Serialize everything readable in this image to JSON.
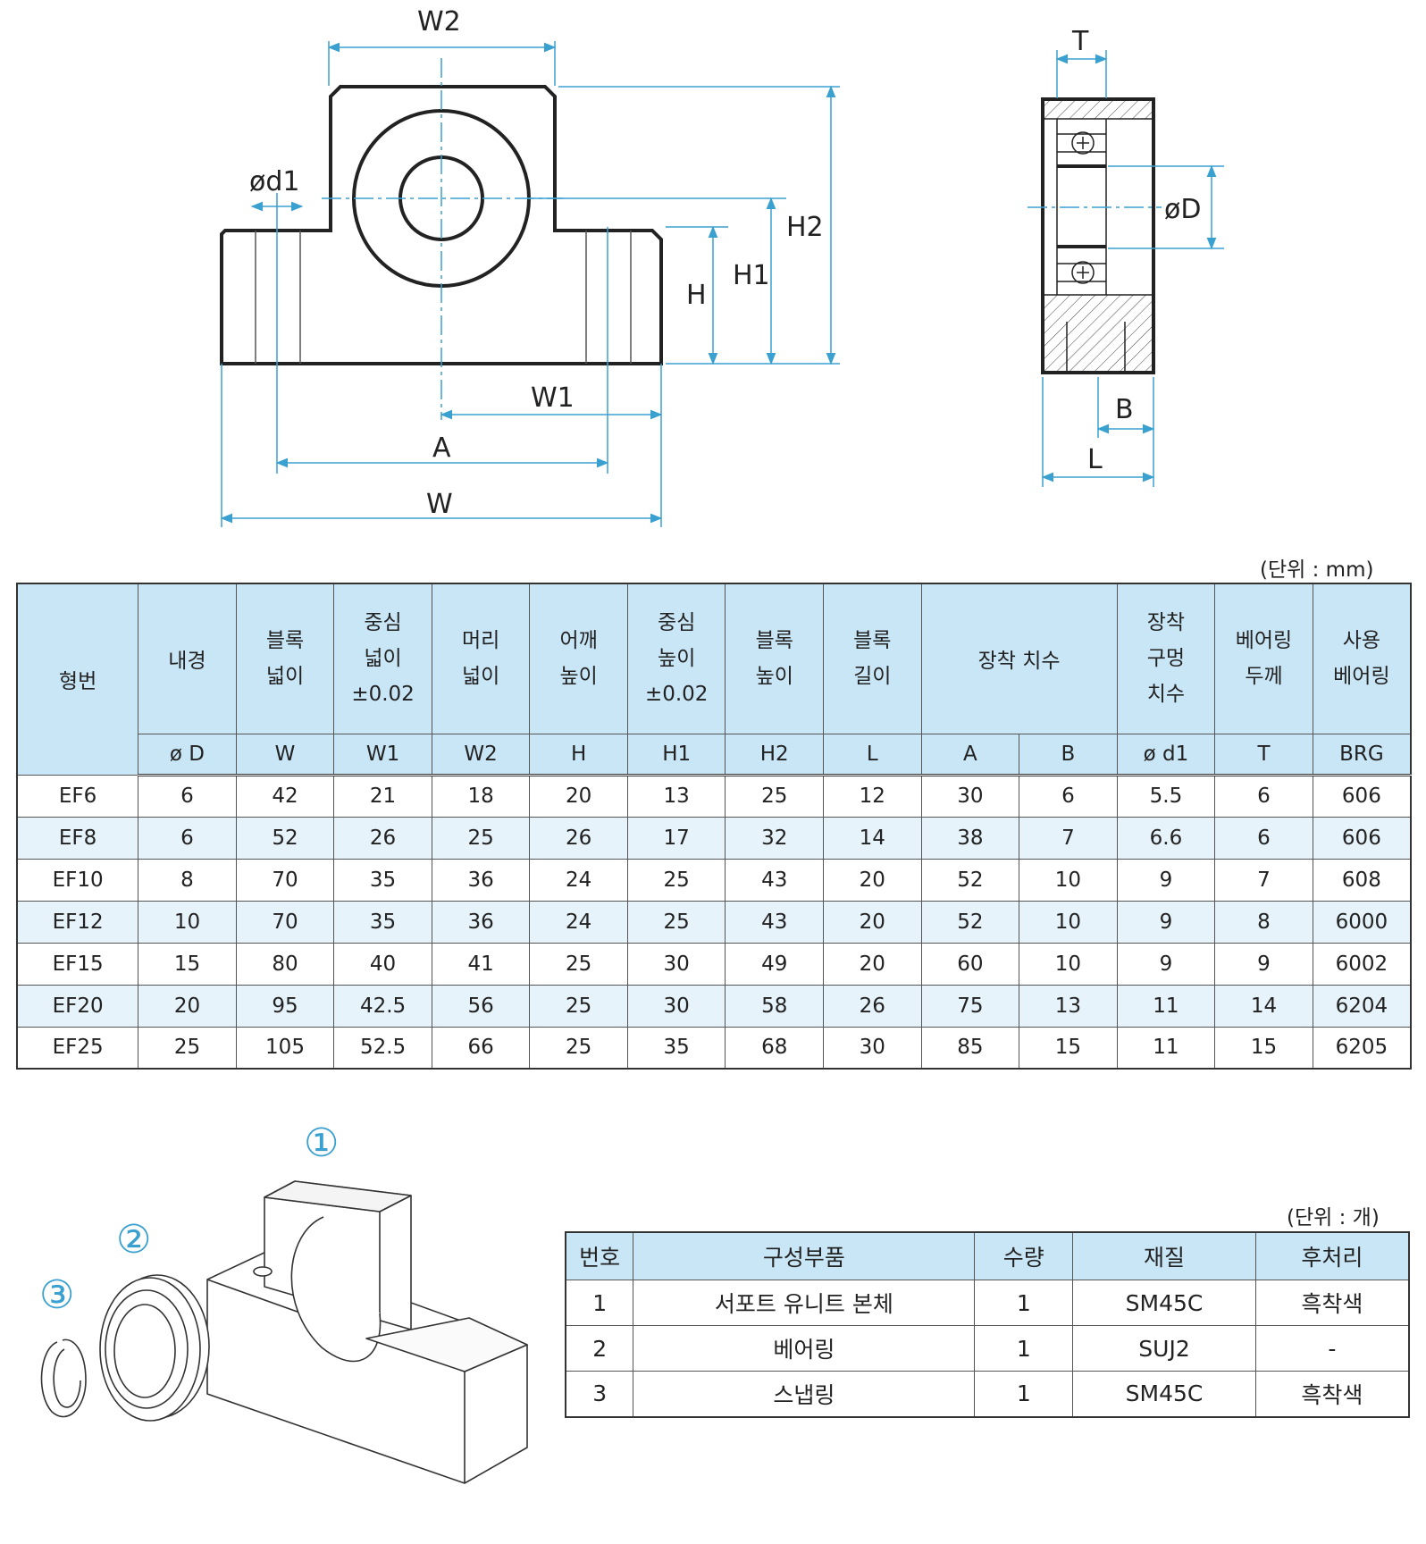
{
  "drawing": {
    "front": {
      "W2": "W2",
      "d1": "ød1",
      "H": "H",
      "H1": "H1",
      "H2": "H2",
      "W1": "W1",
      "A": "A",
      "W": "W"
    },
    "side": {
      "T": "T",
      "D": "øD",
      "B": "B",
      "L": "L"
    }
  },
  "spec_unit": "(단위 : mm)",
  "spec_table": {
    "headers": [
      {
        "key": "model",
        "lines": [
          "형번"
        ]
      },
      {
        "key": "bore",
        "lines": [
          "내경"
        ],
        "symbol": "ø D"
      },
      {
        "key": "W",
        "lines": [
          "블록",
          "넓이"
        ],
        "symbol": "W"
      },
      {
        "key": "W1",
        "lines": [
          "중심",
          "넓이",
          "±0.02"
        ],
        "symbol": "W1"
      },
      {
        "key": "W2",
        "lines": [
          "머리",
          "넓이"
        ],
        "symbol": "W2"
      },
      {
        "key": "H",
        "lines": [
          "어깨",
          "높이"
        ],
        "symbol": "H"
      },
      {
        "key": "H1",
        "lines": [
          "중심",
          "높이",
          "±0.02"
        ],
        "symbol": "H1"
      },
      {
        "key": "H2",
        "lines": [
          "블록",
          "높이"
        ],
        "symbol": "H2"
      },
      {
        "key": "L",
        "lines": [
          "블록",
          "길이"
        ],
        "symbol": "L"
      },
      {
        "key": "mount",
        "lines": [
          "장착 치수"
        ],
        "symbols": [
          "A",
          "B"
        ]
      },
      {
        "key": "d1",
        "lines": [
          "장착",
          "구멍",
          "치수"
        ],
        "symbol": "ø d1"
      },
      {
        "key": "T",
        "lines": [
          "베어링",
          "두께"
        ],
        "symbol": "T"
      },
      {
        "key": "BRG",
        "lines": [
          "사용",
          "베어링"
        ],
        "symbol": "BRG"
      }
    ],
    "rows": [
      [
        "EF6",
        "6",
        "42",
        "21",
        "18",
        "20",
        "13",
        "25",
        "12",
        "30",
        "6",
        "5.5",
        "6",
        "606"
      ],
      [
        "EF8",
        "6",
        "52",
        "26",
        "25",
        "26",
        "17",
        "32",
        "14",
        "38",
        "7",
        "6.6",
        "6",
        "606"
      ],
      [
        "EF10",
        "8",
        "70",
        "35",
        "36",
        "24",
        "25",
        "43",
        "20",
        "52",
        "10",
        "9",
        "7",
        "608"
      ],
      [
        "EF12",
        "10",
        "70",
        "35",
        "36",
        "24",
        "25",
        "43",
        "20",
        "52",
        "10",
        "9",
        "8",
        "6000"
      ],
      [
        "EF15",
        "15",
        "80",
        "40",
        "41",
        "25",
        "30",
        "49",
        "20",
        "60",
        "10",
        "9",
        "9",
        "6002"
      ],
      [
        "EF20",
        "20",
        "95",
        "42.5",
        "56",
        "25",
        "30",
        "58",
        "26",
        "75",
        "13",
        "11",
        "14",
        "6204"
      ],
      [
        "EF25",
        "25",
        "105",
        "52.5",
        "66",
        "25",
        "35",
        "68",
        "30",
        "85",
        "15",
        "11",
        "15",
        "6205"
      ]
    ]
  },
  "callouts": [
    "①",
    "②",
    "③"
  ],
  "parts_unit": "(단위 : 개)",
  "parts_table": {
    "headers": [
      "번호",
      "구성부품",
      "수량",
      "재질",
      "후처리"
    ],
    "rows": [
      [
        "1",
        "서포트 유니트 본체",
        "1",
        "SM45C",
        "흑착색"
      ],
      [
        "2",
        "베어링",
        "1",
        "SUJ2",
        "-"
      ],
      [
        "3",
        "스냅링",
        "1",
        "SM45C",
        "흑착색"
      ]
    ]
  }
}
